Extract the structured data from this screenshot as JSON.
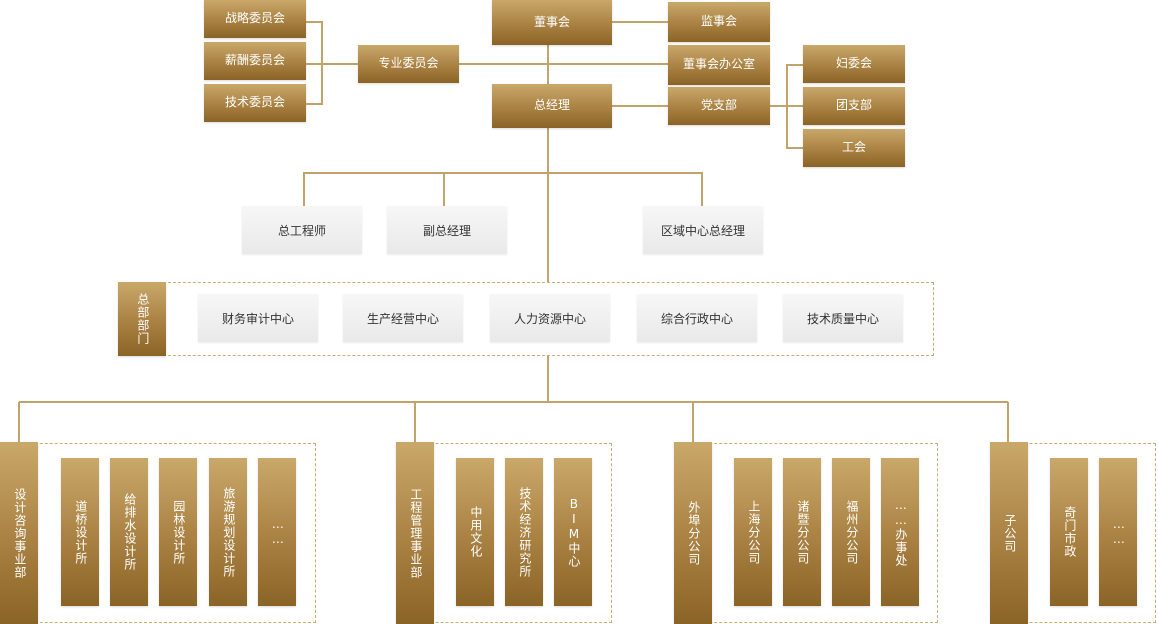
{
  "colors": {
    "gold_light": "#c9a86a",
    "gold_dark": "#8a6426",
    "line": "#c2a46b",
    "gray_box": "#ececec"
  },
  "top": {
    "board": "董事会",
    "supervisors": "监事会",
    "board_office": "董事会办公室",
    "special_committee": "专业委员会",
    "committees": [
      "战略委员会",
      "薪酬委员会",
      "技术委员会"
    ],
    "general_manager": "总经理",
    "party_branch": "党支部",
    "party_subs": [
      "妇委会",
      "团支部",
      "工会"
    ]
  },
  "executives": [
    "总工程师",
    "副总经理",
    "区域中心总经理"
  ],
  "headquarters": {
    "label": "总部部门",
    "centers": [
      "财务审计中心",
      "生产经营中心",
      "人力资源中心",
      "综合行政中心",
      "技术质量中心"
    ]
  },
  "divisions": [
    {
      "name": "设计咨询事业部",
      "units": [
        "道桥设计所",
        "给排水设计所",
        "园林设计所",
        "旅游规划设计所",
        "……"
      ]
    },
    {
      "name": "工程管理事业部",
      "units": [
        "中用文化",
        "技术经济研究所",
        "BIM中心"
      ]
    },
    {
      "name": "外埠分公司",
      "units": [
        "上海分公司",
        "诸暨分公司",
        "福州分公司",
        "……办事处"
      ]
    },
    {
      "name": "子公司",
      "units": [
        "奇门市政",
        "……"
      ]
    }
  ]
}
